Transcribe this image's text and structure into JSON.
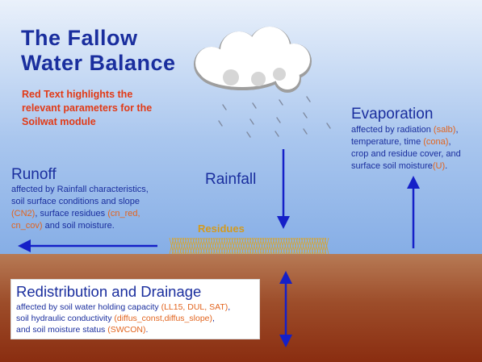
{
  "title": {
    "line1": "The Fallow",
    "line2": "Water Balance"
  },
  "note": {
    "line1": "Red Text highlights the",
    "line2": "relevant parameters for the",
    "line3": "Soilwat module"
  },
  "evaporation": {
    "heading": "Evaporation",
    "l1a": "affected by radiation ",
    "l1b": "(salb)",
    "l1c": ",",
    "l2a": "temperature, time ",
    "l2b": "(cona)",
    "l2c": ",",
    "l3a": "crop and residue cover,  and",
    "l4a": "surface soil moisture",
    "l4b": "(U)",
    "l4c": "."
  },
  "rainfall": {
    "heading": "Rainfall"
  },
  "runoff": {
    "heading": "Runoff",
    "l1a": "affected by Rainfall characteristics,",
    "l2a": "soil surface conditions and slope",
    "l3a": "(CN2)",
    "l3b": ", surface residues ",
    "l3c": "(cn_red,",
    "l4a": "cn_cov)",
    "l4b": " and soil moisture."
  },
  "residues": {
    "label": "Residues"
  },
  "redistribution": {
    "heading": "Redistribution and Drainage",
    "l1a": "affected by soil water holding capacity ",
    "l1b": "(LL15, DUL, SAT)",
    "l1c": ",",
    "l2a": "soil hydraulic conductivity ",
    "l2b": "(diffus_const,diffus_slope)",
    "l2c": ",",
    "l3a": "and soil moisture status ",
    "l3b": "(SWCON)",
    "l3c": "."
  },
  "colors": {
    "arrow": "#1520c8",
    "title_blue": "#1a2e9e",
    "parameter_orange": "#e2641e",
    "note_red": "#e23a16",
    "residue_gold": "#d49a1c"
  }
}
